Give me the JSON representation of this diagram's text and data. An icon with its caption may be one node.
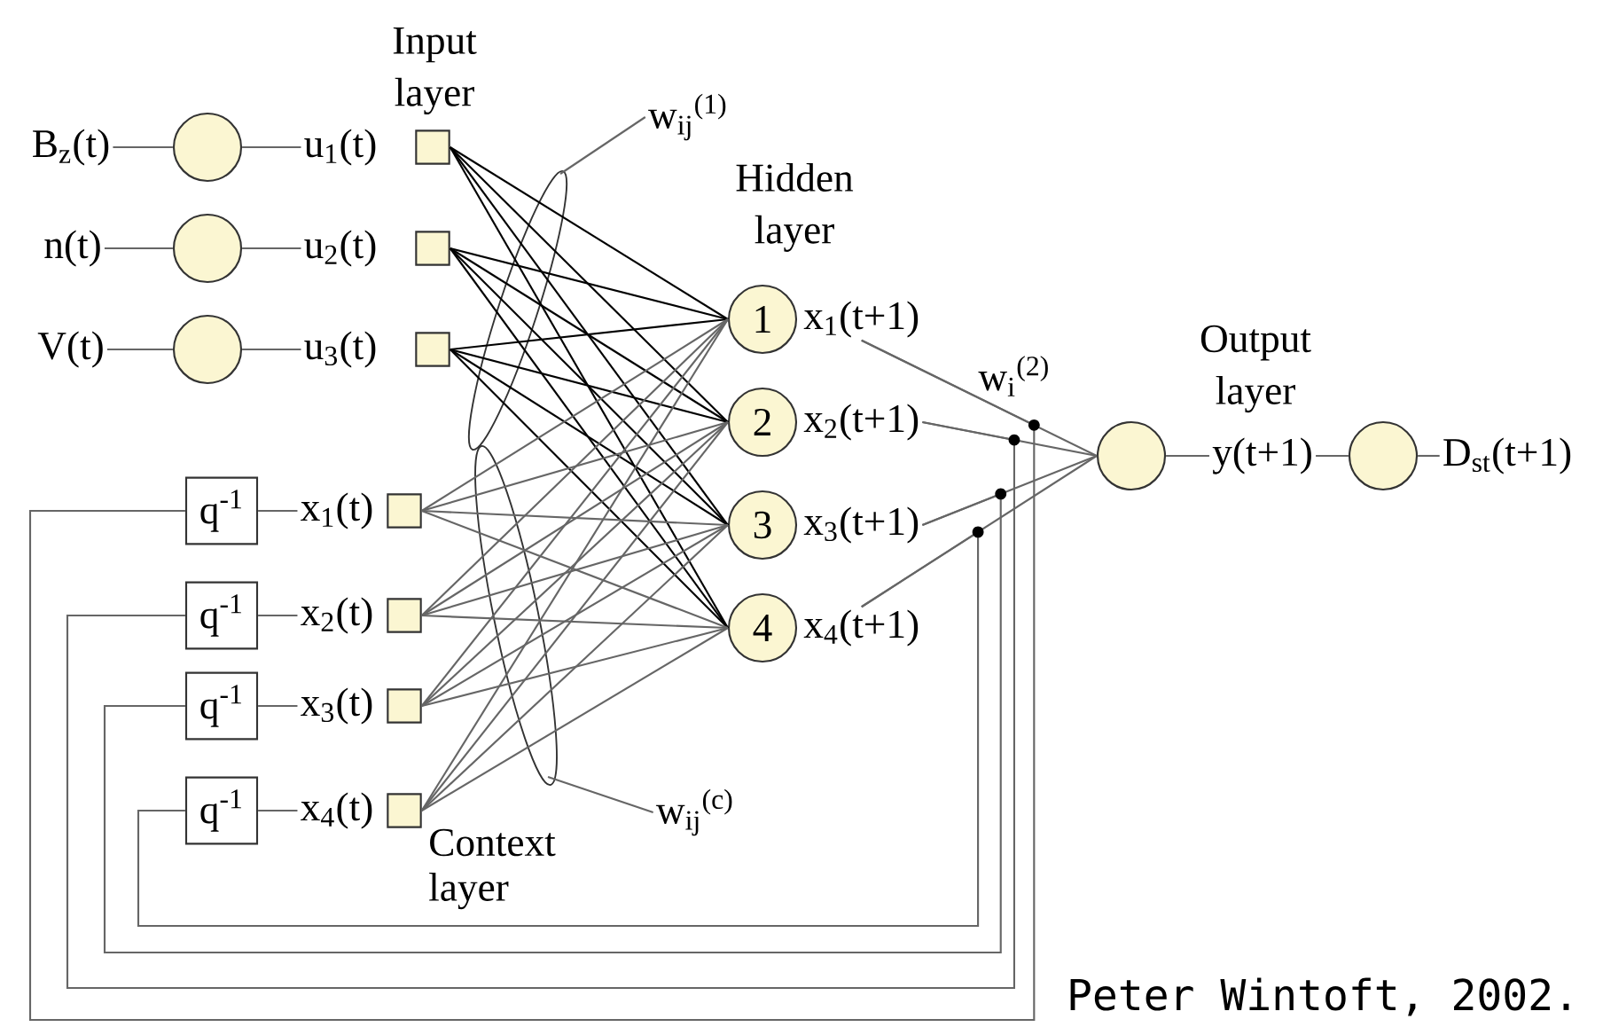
{
  "diagram": {
    "nodes": [
      {
        "text": [
          "B$_{z}$(t)"
        ]
      },
      {
        "text": [],
        "shape": "circle"
      },
      {
        "text": [
          "u$_{1}$(t)"
        ]
      },
      {
        "text": [],
        "shape": "box"
      },
      {
        "text": [
          "n(t)"
        ]
      },
      {
        "text": [],
        "shape": "circle"
      },
      {
        "text": [
          "u$_{2}$(t)"
        ]
      },
      {
        "text": [],
        "shape": "box"
      },
      {
        "text": [
          "V(t)"
        ]
      },
      {
        "text": [],
        "shape": "circle"
      },
      {
        "text": [
          "u$_{3}$(t)"
        ]
      },
      {
        "text": [],
        "shape": "box"
      },
      {
        "text": [
          "w$_{ij}$$^{(1)}$"
        ]
      },
      {
        "text": [
          "1"
        ],
        "beside": [
          "x$_{1}$(t+1)"
        ]
      },
      {
        "text": [
          "2"
        ],
        "beside": [
          "x$_{2}$(t+1)"
        ]
      },
      {
        "text": [
          "3"
        ],
        "beside": [
          "x$_{3}$(t+1)"
        ]
      },
      {
        "text": [
          "4"
        ],
        "beside": [
          "x$_{4}$(t+1)"
        ]
      },
      {
        "text": [
          "q$^{-1}$"
        ]
      },
      {
        "text": [
          "x$_{1}$(t)"
        ]
      },
      {
        "text": [],
        "shape": "box"
      },
      {
        "text": [
          "q$^{-1}$"
        ]
      },
      {
        "text": [
          "x$_{2}$(t)"
        ]
      },
      {
        "text": [],
        "shape": "box"
      },
      {
        "text": [
          "q$^{-1}$"
        ]
      },
      {
        "text": [
          "x$_{3}$(t)"
        ]
      },
      {
        "text": [],
        "shape": "box"
      },
      {
        "text": [
          "q$^{-1}$"
        ]
      },
      {
        "text": [
          "x$_{4}$(t)"
        ]
      },
      {
        "text": [],
        "shape": "box"
      },
      {
        "text": [
          "w$_{ij}$$^{(c)}$"
        ]
      },
      {
        "text": [],
        "shape": "circle"
      },
      {
        "text": [
          "y(t+1)"
        ]
      },
      {
        "text": [],
        "shape": "circle"
      },
      {
        "text": [
          "D$_{st}$(t+1)"
        ]
      }
    ],
    "edges": [
      {
        "from": 0,
        "to": 1,
        "arrow": "none"
      },
      {
        "from": 1,
        "to": 2,
        "arrow": "none"
      },
      {
        "from": 4,
        "to": 5,
        "arrow": "none"
      },
      {
        "from": 5,
        "to": 6,
        "arrow": "none"
      },
      {
        "from": 8,
        "to": 9,
        "arrow": "none"
      },
      {
        "from": 9,
        "to": 10,
        "arrow": "none"
      },
      {
        "from": 3,
        "to": 13,
        "arrow": "none",
        "color": "#000000"
      },
      {
        "from": 3,
        "to": 14,
        "arrow": "none",
        "color": "#000000"
      },
      {
        "from": 3,
        "to": 15,
        "arrow": "none",
        "color": "#000000"
      },
      {
        "from": 3,
        "to": 16,
        "arrow": "none",
        "color": "#000000"
      },
      {
        "from": 7,
        "to": 13,
        "arrow": "none",
        "color": "#000000"
      },
      {
        "from": 7,
        "to": 14,
        "arrow": "none",
        "color": "#000000"
      },
      {
        "from": 7,
        "to": 15,
        "arrow": "none",
        "color": "#000000"
      },
      {
        "from": 7,
        "to": 16,
        "arrow": "none",
        "color": "#000000"
      },
      {
        "from": 11,
        "to": 13,
        "arrow": "none",
        "color": "#000000"
      },
      {
        "from": 11,
        "to": 14,
        "arrow": "none",
        "color": "#000000"
      },
      {
        "from": 11,
        "to": 15,
        "arrow": "none",
        "color": "#000000"
      },
      {
        "from": 11,
        "to": 16,
        "arrow": "none",
        "color": "#000000"
      },
      {
        "from": 19,
        "to": 13,
        "arrow": "none"
      },
      {
        "from": 19,
        "to": 14,
        "arrow": "none"
      },
      {
        "from": 19,
        "to": 15,
        "arrow": "none"
      },
      {
        "from": 19,
        "to": 16,
        "arrow": "none"
      },
      {
        "from": 22,
        "to": 13,
        "arrow": "none"
      },
      {
        "from": 22,
        "to": 14,
        "arrow": "none"
      },
      {
        "from": 22,
        "to": 15,
        "arrow": "none"
      },
      {
        "from": 22,
        "to": 16,
        "arrow": "none"
      },
      {
        "from": 25,
        "to": 13,
        "arrow": "none"
      },
      {
        "from": 25,
        "to": 14,
        "arrow": "none"
      },
      {
        "from": 25,
        "to": 15,
        "arrow": "none"
      },
      {
        "from": 25,
        "to": 16,
        "arrow": "none"
      },
      {
        "from": 28,
        "to": 13,
        "arrow": "none"
      },
      {
        "from": 28,
        "to": 14,
        "arrow": "none"
      },
      {
        "from": 28,
        "to": 15,
        "arrow": "none"
      },
      {
        "from": 28,
        "to": 16,
        "arrow": "none"
      },
      {
        "from": 12,
        "to": null,
        "arrow": "none"
      },
      {
        "from": 29,
        "to": null,
        "arrow": "none"
      },
      {
        "from": 17,
        "to": 18,
        "arrow": "none"
      },
      {
        "from": 20,
        "to": 21,
        "arrow": "none"
      },
      {
        "from": 23,
        "to": 24,
        "arrow": "none"
      },
      {
        "from": 26,
        "to": 27,
        "arrow": "none"
      },
      {
        "from": 13,
        "to": 30,
        "arrow": "none"
      },
      {
        "from": 14,
        "to": 30,
        "arrow": "none"
      },
      {
        "from": 15,
        "to": 30,
        "arrow": "none"
      },
      {
        "from": 16,
        "to": 30,
        "arrow": "none"
      },
      {
        "from": 13,
        "to": 17,
        "arrow": "none"
      },
      {
        "from": 14,
        "to": 20,
        "arrow": "none"
      },
      {
        "from": 15,
        "to": 23,
        "arrow": "none"
      },
      {
        "from": 16,
        "to": 26,
        "arrow": "none"
      },
      {
        "from": 30,
        "to": 31,
        "arrow": "none"
      },
      {
        "from": 31,
        "to": 32,
        "arrow": "none"
      },
      {
        "from": 32,
        "to": 33,
        "arrow": "none"
      }
    ],
    "labels": [
      "Input layer",
      "Hidden layer",
      "w$_{i}$$^{(2)}$",
      "Output layer",
      "Context layer",
      "Peter Wintoft, 2002."
    ]
  }
}
